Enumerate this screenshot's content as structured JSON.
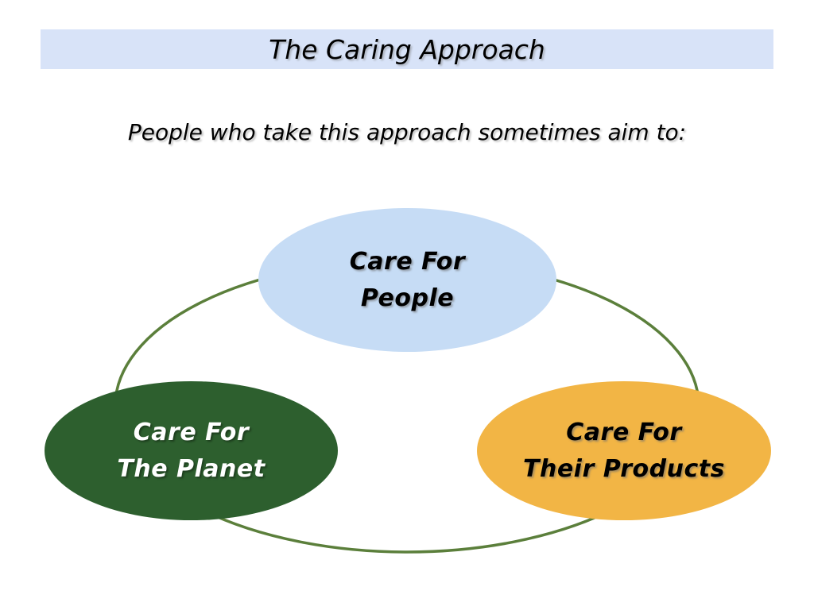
{
  "slide": {
    "title": "The Caring Approach",
    "subtitle": "People who take this approach sometimes aim to:"
  },
  "ovals": [
    {
      "name": "care-for-people",
      "line1": "Care For",
      "line2": "People",
      "fill": "#c6dcf5",
      "text_color": "#000000"
    },
    {
      "name": "care-for-the-planet",
      "line1": "Care For",
      "line2": "The Planet",
      "fill": "#2d5f2e",
      "text_color": "#ffffff"
    },
    {
      "name": "care-for-their-products",
      "line1": "Care For",
      "line2": "Their Products",
      "fill": "#f2b545",
      "text_color": "#000000"
    }
  ],
  "colors": {
    "background": "#ffffff",
    "banner_bg": "#d8e3f8",
    "ring_stroke": "#5b7f3b"
  }
}
